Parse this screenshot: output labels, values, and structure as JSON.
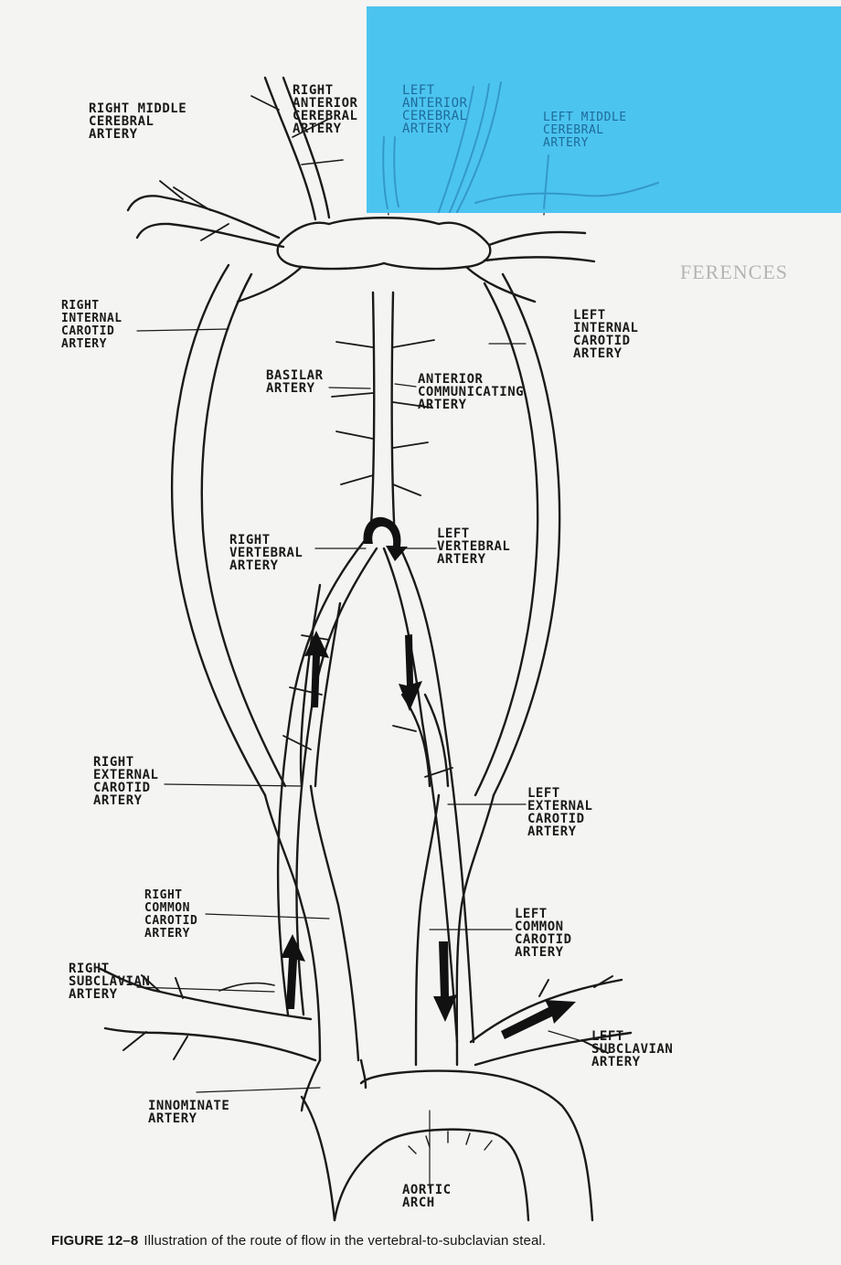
{
  "figure": {
    "number": "FIGURE 12–8",
    "caption": "Illustration of the route of flow in the vertebral-to-subclavian steal."
  },
  "labels": {
    "right_middle_cerebral": "RIGHT MIDDLE\nCEREBRAL\nARTERY",
    "right_anterior_cerebral": "RIGHT\nANTERIOR\nCEREBRAL\nARTERY",
    "left_anterior_cerebral": "LEFT\nANTERIOR\nCEREBRAL\nARTERY",
    "left_middle_cerebral": "LEFT MIDDLE\nCEREBRAL\nARTERY",
    "right_internal_carotid": "RIGHT\nINTERNAL\nCAROTID\nARTERY",
    "left_internal_carotid": "LEFT\nINTERNAL\nCAROTID\nARTERY",
    "basilar": "BASILAR\nARTERY",
    "anterior_communicating": "ANTERIOR\nCOMMUNICATING\nARTERY",
    "right_vertebral": "RIGHT\nVERTEBRAL\nARTERY",
    "left_vertebral": "LEFT\nVERTEBRAL\nARTERY",
    "right_external_carotid": "RIGHT\nEXTERNAL\nCAROTID\nARTERY",
    "left_external_carotid": "LEFT\nEXTERNAL\nCAROTID\nARTERY",
    "right_common_carotid": "RIGHT\nCOMMON\nCAROTID\nARTERY",
    "left_common_carotid": "LEFT\nCOMMON\nCAROTID\nARTERY",
    "right_subclavian": "RIGHT\nSUBCLAVIAN\nARTERY",
    "left_subclavian": "LEFT\nSUBCLAVIAN\nARTERY",
    "innominate": "INNOMINATE\nARTERY",
    "aortic_arch": "AORTIC\nARCH"
  },
  "background_page": {
    "heading_fragment": "FERENCES"
  },
  "colors": {
    "ink": "#1a1a1a",
    "paper": "#f4f4f2",
    "redaction": "#4cc4f0"
  }
}
